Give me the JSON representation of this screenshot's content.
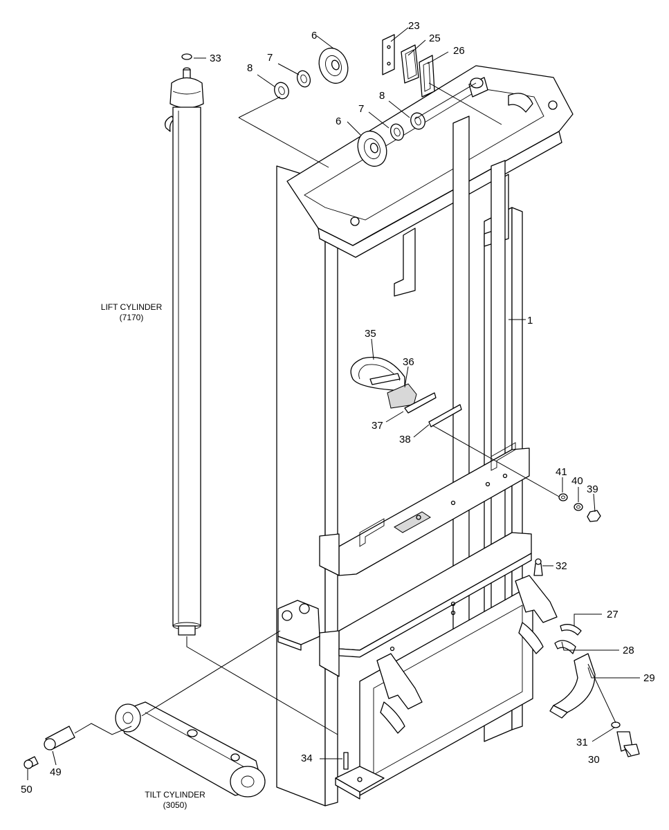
{
  "captions": {
    "lift_cylinder": {
      "name": "LIFT CYLINDER",
      "code": "(7170)"
    },
    "tilt_cylinder": {
      "name": "TILT CYLINDER",
      "code": "(3050)"
    }
  },
  "callouts": {
    "p1": "1",
    "p6a": "6",
    "p7a": "7",
    "p8a": "8",
    "p6b": "6",
    "p7b": "7",
    "p8b": "8",
    "p23": "23",
    "p25": "25",
    "p26": "26",
    "p27": "27",
    "p28": "28",
    "p29": "29",
    "p30": "30",
    "p31": "31",
    "p32": "32",
    "p33": "33",
    "p34": "34",
    "p35": "35",
    "p36": "36",
    "p37": "37",
    "p38": "38",
    "p39": "39",
    "p40": "40",
    "p41": "41",
    "p49": "49",
    "p50": "50"
  }
}
